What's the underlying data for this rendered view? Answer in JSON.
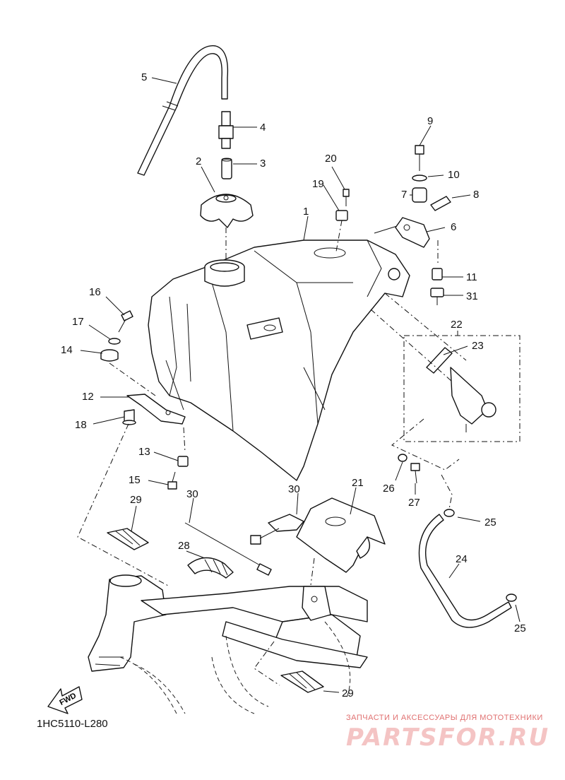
{
  "diagram": {
    "code": "1HC5110-L280",
    "fwd_label": "FWD",
    "callouts": [
      {
        "id": "c1",
        "text": "1"
      },
      {
        "id": "c2",
        "text": "2"
      },
      {
        "id": "c3",
        "text": "3"
      },
      {
        "id": "c4",
        "text": "4"
      },
      {
        "id": "c5",
        "text": "5"
      },
      {
        "id": "c6",
        "text": "6"
      },
      {
        "id": "c7",
        "text": "7"
      },
      {
        "id": "c8",
        "text": "8"
      },
      {
        "id": "c9",
        "text": "9"
      },
      {
        "id": "c10",
        "text": "10"
      },
      {
        "id": "c11",
        "text": "11"
      },
      {
        "id": "c12",
        "text": "12"
      },
      {
        "id": "c13",
        "text": "13"
      },
      {
        "id": "c14",
        "text": "14"
      },
      {
        "id": "c15",
        "text": "15"
      },
      {
        "id": "c16",
        "text": "16"
      },
      {
        "id": "c17",
        "text": "17"
      },
      {
        "id": "c18",
        "text": "18"
      },
      {
        "id": "c19",
        "text": "19"
      },
      {
        "id": "c20",
        "text": "20"
      },
      {
        "id": "c21",
        "text": "21"
      },
      {
        "id": "c22",
        "text": "22"
      },
      {
        "id": "c23",
        "text": "23"
      },
      {
        "id": "c24",
        "text": "24"
      },
      {
        "id": "c25a",
        "text": "25"
      },
      {
        "id": "c25b",
        "text": "25"
      },
      {
        "id": "c26",
        "text": "26"
      },
      {
        "id": "c27",
        "text": "27"
      },
      {
        "id": "c28",
        "text": "28"
      },
      {
        "id": "c29a",
        "text": "29"
      },
      {
        "id": "c29b",
        "text": "29"
      },
      {
        "id": "c30a",
        "text": "30"
      },
      {
        "id": "c30b",
        "text": "30"
      },
      {
        "id": "c31",
        "text": "31"
      }
    ]
  },
  "watermark": {
    "tagline": "ЗАПЧАСТИ И АКСЕССУАРЫ ДЛЯ МОТОТЕХНИКИ",
    "logo": "PARTSFOR.RU"
  }
}
